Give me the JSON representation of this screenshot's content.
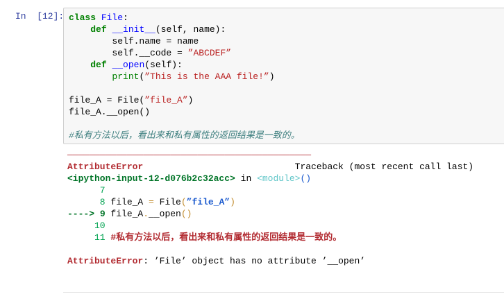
{
  "cell": {
    "prompt": "In  [12]:",
    "input_lines": [
      [
        {
          "t": "class ",
          "c": "kw"
        },
        {
          "t": "File",
          "c": "fn"
        },
        {
          "t": ":",
          "c": "tx"
        }
      ],
      [
        {
          "t": "    ",
          "c": "tx"
        },
        {
          "t": "def ",
          "c": "kw"
        },
        {
          "t": "__init__",
          "c": "fn"
        },
        {
          "t": "(self, name):",
          "c": "tx"
        }
      ],
      [
        {
          "t": "        self.name = name",
          "c": "tx"
        }
      ],
      [
        {
          "t": "        self.__code = ",
          "c": "tx"
        },
        {
          "t": "”ABCDEF”",
          "c": "st"
        }
      ],
      [
        {
          "t": "    ",
          "c": "tx"
        },
        {
          "t": "def ",
          "c": "kw"
        },
        {
          "t": "__open",
          "c": "fn"
        },
        {
          "t": "(self):",
          "c": "tx"
        }
      ],
      [
        {
          "t": "        ",
          "c": "tx"
        },
        {
          "t": "print",
          "c": "bi"
        },
        {
          "t": "(",
          "c": "tx"
        },
        {
          "t": "”This is the AAA file!”",
          "c": "st"
        },
        {
          "t": ")",
          "c": "tx"
        }
      ],
      [
        {
          "t": "",
          "c": "tx"
        }
      ],
      [
        {
          "t": "file_A = File(",
          "c": "tx"
        },
        {
          "t": "”file_A”",
          "c": "st"
        },
        {
          "t": ")",
          "c": "tx"
        }
      ],
      [
        {
          "t": "file_A.__open()",
          "c": "tx"
        }
      ],
      [
        {
          "t": "",
          "c": "tx"
        }
      ],
      [
        {
          "t": "#私有方法以后，看出来和私有属性的返回结果是一致的。",
          "c": "cm"
        }
      ]
    ],
    "output_lines": [
      [
        {
          "t": "—————————————————————————————————————————————",
          "c": "dash"
        }
      ],
      [
        {
          "t": "AttributeError",
          "c": "er"
        },
        {
          "t": "                            Traceback (most recent call last)",
          "c": "tx"
        }
      ],
      [
        {
          "t": "<ipython-input-12-d076b2c32acc>",
          "c": "grn"
        },
        {
          "t": " in ",
          "c": "tx"
        },
        {
          "t": "<module>",
          "c": "cy"
        },
        {
          "t": "()",
          "c": "bl"
        }
      ],
      [
        {
          "t": "      7",
          "c": "ln"
        }
      ],
      [
        {
          "t": "      8",
          "c": "ln"
        },
        {
          "t": " file_A ",
          "c": "tx"
        },
        {
          "t": "=",
          "c": "yl"
        },
        {
          "t": " File",
          "c": "tx"
        },
        {
          "t": "(",
          "c": "yl"
        },
        {
          "t": "”file_A”",
          "c": "blb"
        },
        {
          "t": ")",
          "c": "yl"
        }
      ],
      [
        {
          "t": "---->",
          "c": "lnb"
        },
        {
          "t": " 9",
          "c": "lnb"
        },
        {
          "t": " file_A",
          "c": "tx"
        },
        {
          "t": ".",
          "c": "yl"
        },
        {
          "t": "__open",
          "c": "tx"
        },
        {
          "t": "()",
          "c": "yl"
        }
      ],
      [
        {
          "t": "     10",
          "c": "ln"
        }
      ],
      [
        {
          "t": "     11",
          "c": "ln"
        },
        {
          "t": " #私有方法以后，看出来和私有属性的返回结果是一致的。",
          "c": "cmr"
        }
      ],
      [
        {
          "t": "",
          "c": "tx"
        }
      ],
      [
        {
          "t": "AttributeError",
          "c": "er"
        },
        {
          "t": ": ’File’ object has no attribute ’__open’",
          "c": "tx"
        }
      ]
    ]
  }
}
